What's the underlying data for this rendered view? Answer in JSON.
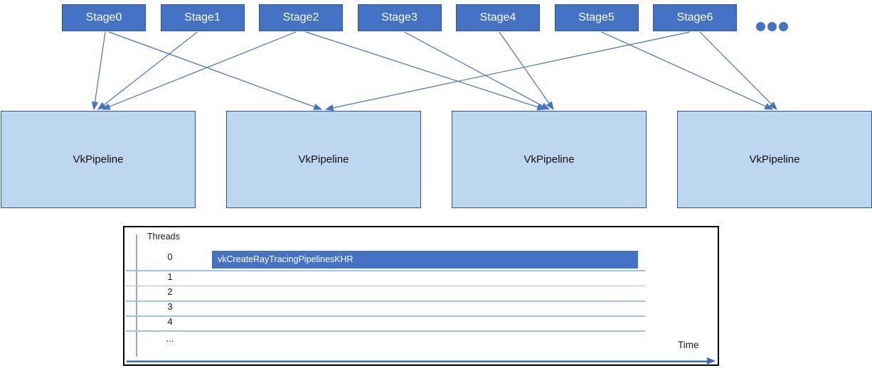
{
  "diagram": {
    "stages": [
      {
        "label": "Stage0"
      },
      {
        "label": "Stage1"
      },
      {
        "label": "Stage2"
      },
      {
        "label": "Stage3"
      },
      {
        "label": "Stage4"
      },
      {
        "label": "Stage5"
      },
      {
        "label": "Stage6"
      }
    ],
    "ellipsis_dot_count": 3,
    "pipelines": [
      {
        "label": "VkPipeline"
      },
      {
        "label": "VkPipeline"
      },
      {
        "label": "VkPipeline"
      },
      {
        "label": "VkPipeline"
      }
    ],
    "connections": [
      {
        "from_stage": 0,
        "to_pipeline": 0
      },
      {
        "from_stage": 1,
        "to_pipeline": 0
      },
      {
        "from_stage": 2,
        "to_pipeline": 0
      },
      {
        "from_stage": 0,
        "to_pipeline": 1
      },
      {
        "from_stage": 6,
        "to_pipeline": 1
      },
      {
        "from_stage": 2,
        "to_pipeline": 2
      },
      {
        "from_stage": 3,
        "to_pipeline": 2
      },
      {
        "from_stage": 4,
        "to_pipeline": 2
      },
      {
        "from_stage": 5,
        "to_pipeline": 3
      },
      {
        "from_stage": 6,
        "to_pipeline": 3
      }
    ]
  },
  "timeline": {
    "axis_title": "Threads",
    "thread_labels": [
      "0",
      "1",
      "2",
      "3",
      "4",
      "..."
    ],
    "bar_label": "vkCreateRayTracingPipelinesKHR",
    "x_axis_label": "Time"
  },
  "colors": {
    "stage_fill": "#4472c4",
    "stage_border": "#2f5597",
    "stage_text": "#ffffff",
    "pipeline_fill": "#bdd7ee",
    "pipeline_border": "#2e5395",
    "connector": "#4472c4",
    "bar_fill": "#4472c4",
    "bar_text": "#ffffff",
    "gridline": "#9dc3e6",
    "axis_line": "#8faadc",
    "frame_border": "#000000",
    "time_arrow": "#3e66b8"
  }
}
